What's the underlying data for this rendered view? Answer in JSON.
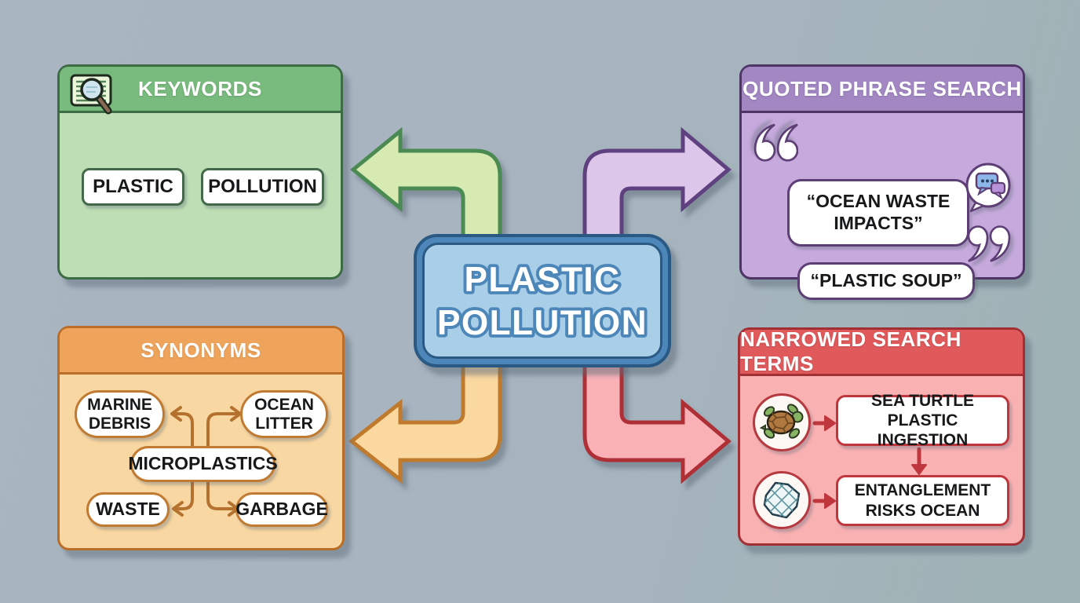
{
  "canvas": {
    "background": "#a8b4c0"
  },
  "center_node": {
    "line1": "PLASTIC",
    "line2": "POLLUTION",
    "fill": "#a9cfe8",
    "ring_color": "#4d87ba",
    "border_color": "#2a5a84",
    "text_color": "#ffffff"
  },
  "panels": {
    "keywords": {
      "title": "KEYWORDS",
      "icon": "document-magnifier-icon",
      "terms": [
        "PLASTIC",
        "POLLUTION"
      ],
      "header_color": "#79ba7e",
      "body_color": "#bedfb5",
      "border_color": "#3c6b44"
    },
    "quoted_phrase": {
      "title": "QUOTED PHRASE SEARCH",
      "icon": "chat-bubbles-icon",
      "open_quote_icon": "opening-double-quote",
      "close_quote_icon": "closing-double-quote",
      "terms": [
        "“OCEAN WASTE IMPACTS”",
        "“PLASTIC SOUP”"
      ],
      "header_color": "#a287c3",
      "body_color": "#c7aadd",
      "border_color": "#4d3566"
    },
    "synonyms": {
      "title": "SYNONYMS",
      "terms": [
        "MARINE DEBRIS",
        "OCEAN LITTER",
        "MICROPLASTICS",
        "WASTE",
        "GARBAGE"
      ],
      "header_color": "#efa45c",
      "body_color": "#f9d7a2",
      "border_color": "#b96d28",
      "connector_color": "#b5722f"
    },
    "narrowed_search": {
      "title": "NARROWED SEARCH TERMS",
      "icons": [
        "sea-turtle-icon",
        "fishing-net-icon"
      ],
      "terms": [
        "SEA TURTLE PLASTIC INGESTION",
        "ENTANGLEMENT RISKS OCEAN"
      ],
      "header_color": "#e05a5c",
      "body_color": "#f9b1b2",
      "border_color": "#a22f34",
      "connector_color": "#bf363c"
    }
  },
  "arrows": {
    "to_keywords": {
      "fill": "#d6eab2",
      "stroke": "#4b8a52"
    },
    "to_quoted_phrase": {
      "fill": "#dcc6ea",
      "stroke": "#5f4180"
    },
    "to_synonyms": {
      "fill": "#fbd8a0",
      "stroke": "#bf7a2d"
    },
    "to_narrowed_search": {
      "fill": "#f9b1b6",
      "stroke": "#ae3036"
    }
  }
}
